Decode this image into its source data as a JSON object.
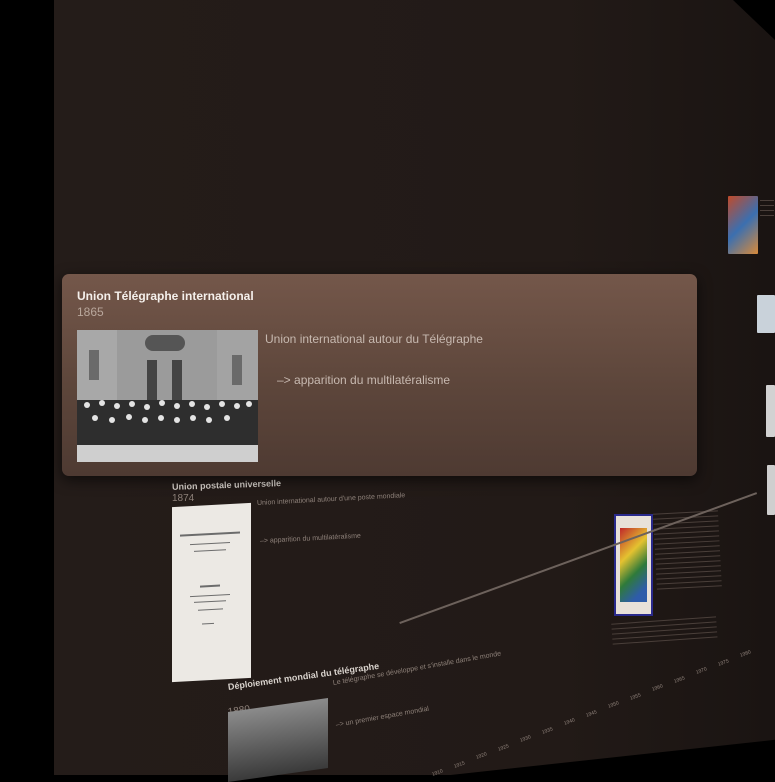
{
  "featured": {
    "title": "Union Télégraphe international",
    "year": "1865",
    "description": "Union international autour du Télégraphe",
    "subtext": "–> apparition du multilatéralisme",
    "image_icon": "group-photo-icon"
  },
  "items": [
    {
      "title": "Union postale universelle",
      "year": "1874",
      "description": "Union international autour d'une poste mondiale",
      "subtext": "–> apparition du multilatéralisme",
      "image_icon": "document-cover-icon"
    },
    {
      "title": "Déploiement mondial du télégraphe",
      "year": "1880",
      "description": "Le télégraphe se développe et s'installe dans le monde",
      "subtext": "–> un premier espace mondial",
      "image_icon": "photo-icon"
    },
    {
      "title": "",
      "year": "",
      "description": "",
      "image_icon": "stamp-icon"
    }
  ],
  "timeline": {
    "ticks": [
      "1910",
      "1915",
      "1920",
      "1925",
      "1930",
      "1935",
      "1940",
      "1945",
      "1950",
      "1955",
      "1960",
      "1965",
      "1970",
      "1975",
      "1980"
    ]
  },
  "colors": {
    "card": "#6a4f43",
    "background": "#241c19"
  }
}
